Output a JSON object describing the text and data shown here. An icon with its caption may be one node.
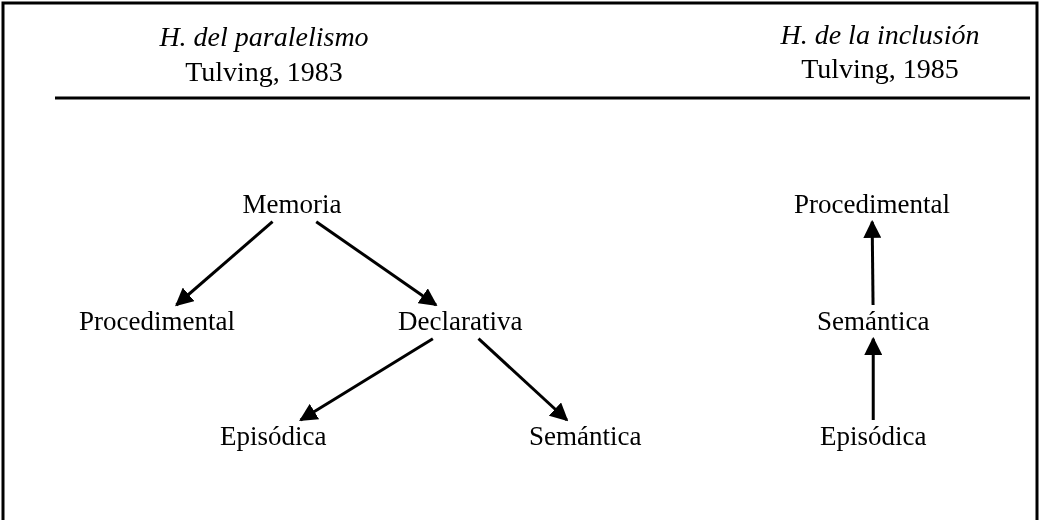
{
  "diagram": {
    "nodes": [
      {
        "text": [
          "Memoria"
        ]
      },
      {
        "text": [
          "Procedimental"
        ]
      },
      {
        "text": [
          "Declarativa"
        ]
      },
      {
        "text": [
          "Episódica"
        ]
      },
      {
        "text": [
          "Semántica"
        ]
      },
      {
        "text": [
          "Procedimental"
        ]
      },
      {
        "text": [
          "Semántica"
        ]
      },
      {
        "text": [
          "Episódica"
        ]
      }
    ],
    "edges": [
      {
        "from": 0,
        "to": 1,
        "arrow": "to"
      },
      {
        "from": 0,
        "to": 2,
        "arrow": "to"
      },
      {
        "from": 2,
        "to": 3,
        "arrow": "to"
      },
      {
        "from": 2,
        "to": 4,
        "arrow": "to"
      },
      {
        "from": 6,
        "to": 5,
        "arrow": "to"
      },
      {
        "from": 7,
        "to": 6,
        "arrow": "to"
      }
    ],
    "labels": [
      "H. del paralelismo",
      "Tulving, 1983",
      "H. de la inclusión",
      "Tulving, 1985"
    ]
  }
}
